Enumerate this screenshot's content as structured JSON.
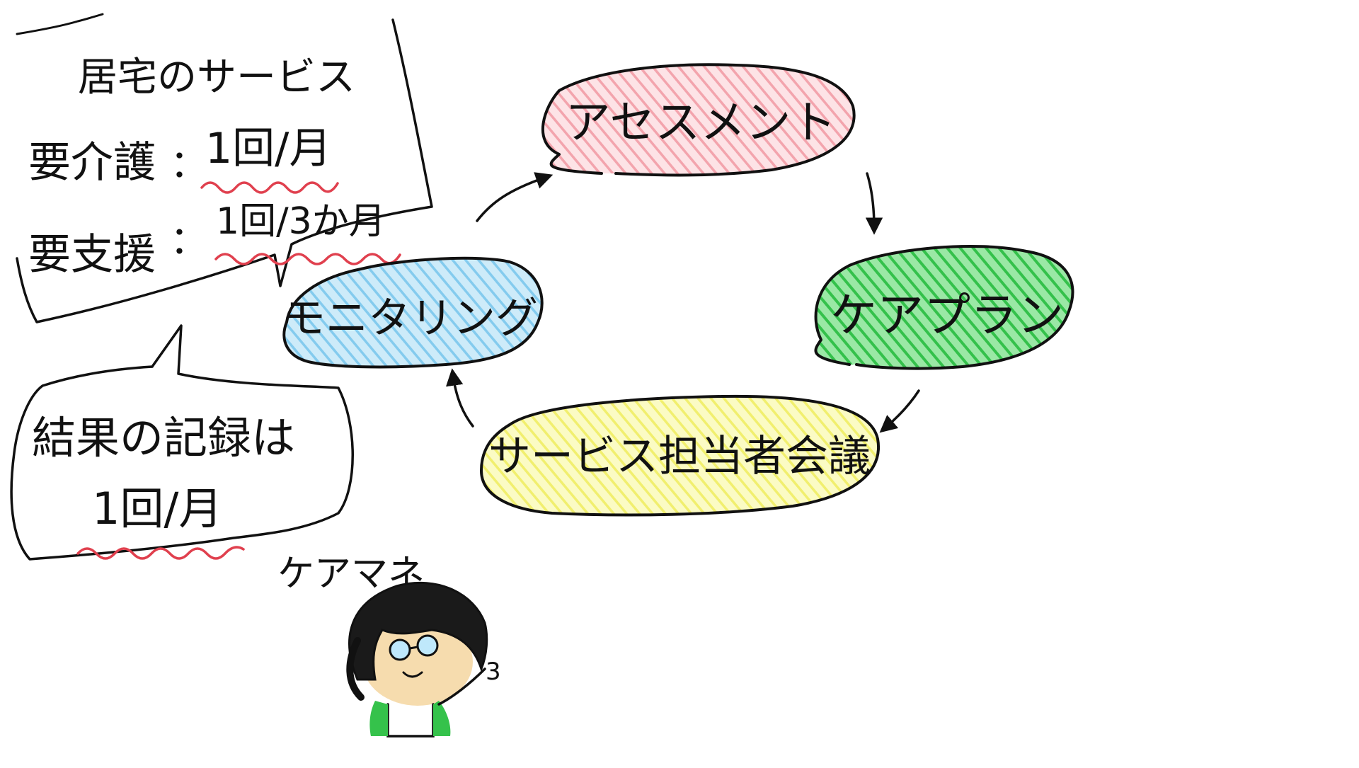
{
  "note_top": {
    "title": "居宅のサービス",
    "rows": [
      {
        "label": "要介護",
        "sep": "：",
        "value": "1回/月"
      },
      {
        "label": "要支援",
        "sep": "：",
        "value": "1回/3か月"
      }
    ]
  },
  "note_bottom": {
    "line1": "結果の記録は",
    "line2": "1回/月"
  },
  "cycle": {
    "assessment": "アセスメント",
    "care_plan": "ケアプラン",
    "meeting": "サービス担当者会議",
    "monitoring": "モニタリング"
  },
  "character": {
    "label": "ケアマネ",
    "mark": "3"
  },
  "colors": {
    "ink": "#111111",
    "assessment": "#f6b6bd",
    "care_plan": "#47cf5c",
    "meeting": "#f6f585",
    "monitoring": "#96d4f2",
    "underline": "#e0404e",
    "hair": "#1a1a1a",
    "skin": "#f6dcae",
    "glasses": "#7fcff5",
    "shirt": "#35c24b"
  }
}
